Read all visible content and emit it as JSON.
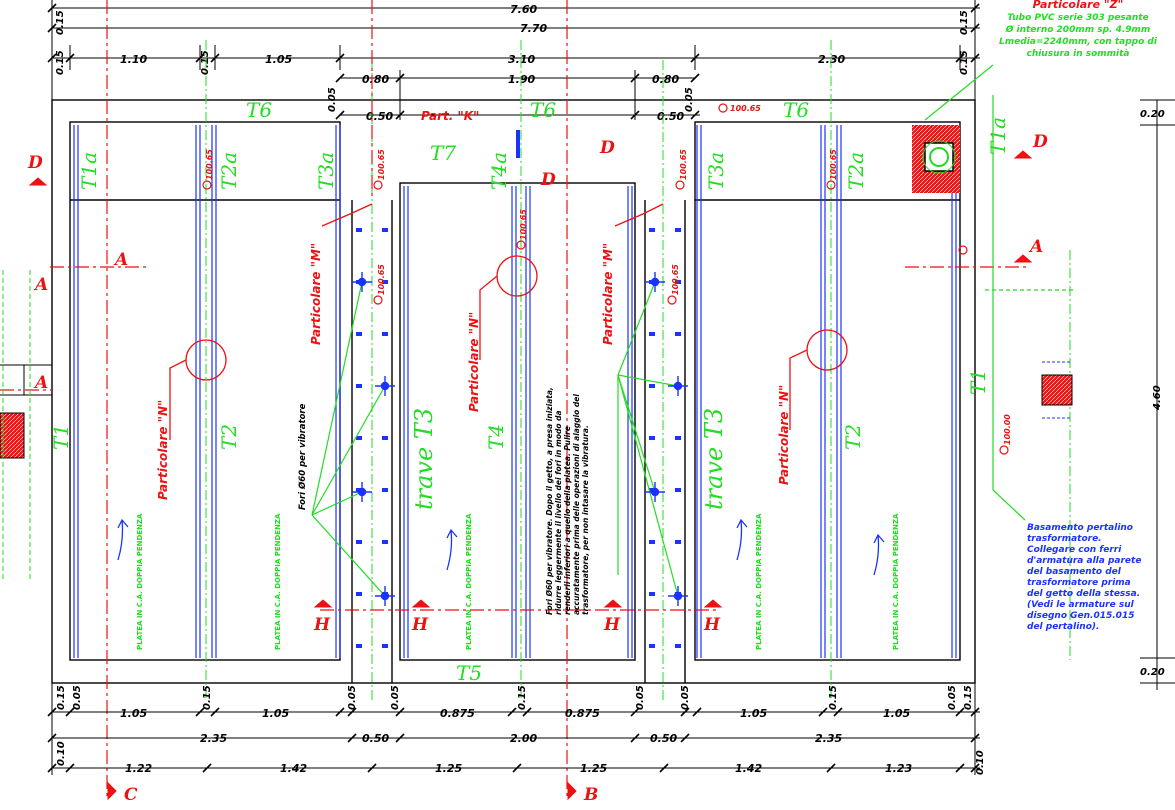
{
  "overall_dims": {
    "top1": "7.60",
    "top2": "7.70",
    "right_height": "4.60",
    "right_top": "0.20",
    "right_bottom": "0.20"
  },
  "top_row": [
    "0.15",
    "1.10",
    "0.15",
    "1.05",
    "3.10",
    "2.30",
    "0.15"
  ],
  "left_small": [
    "0.15",
    "0.15",
    "0.15"
  ],
  "right_small": [
    "0.15",
    "0.15",
    "0.15"
  ],
  "inner_dims": {
    "a": "0.80",
    "b": "1.90",
    "c": "0.80",
    "d": "0.50",
    "e": "0.50",
    "left_vert": "0.05",
    "right_vert": "0.05"
  },
  "bottom_row1": [
    "0.15",
    "0.05",
    "1.05",
    "0.15",
    "1.05",
    "0.05",
    "0.05",
    "0.875",
    "0.15",
    "0.875",
    "0.05",
    "0.05",
    "1.05",
    "0.15",
    "1.05",
    "0.05",
    "0.15"
  ],
  "bottom_row2": [
    "2.35",
    "0.50",
    "2.00",
    "0.50",
    "2.35"
  ],
  "bottom_row3": [
    "0.10",
    "1.22",
    "1.42",
    "1.25",
    "1.25",
    "1.42",
    "1.23",
    "0.10"
  ],
  "beams": {
    "T1a_l": "T1a",
    "T2a_l": "T2a",
    "T3a_l": "T3a",
    "T7": "T7",
    "T4a": "T4a",
    "T3a_r": "T3a",
    "T2a_r": "T2a",
    "T1a_r": "T1a",
    "T6_l": "T6",
    "T6_c": "T6",
    "T6_r": "T6",
    "T1_l": "T1",
    "T2_l": "T2",
    "trave_T3_l": "trave T3",
    "T4": "T4",
    "trave_T3_r": "trave T3",
    "T2_r": "T2",
    "T1_r": "T1",
    "T5": "T5"
  },
  "sections": {
    "A": "A",
    "D": "D",
    "H": "H",
    "C": "C",
    "B": "B"
  },
  "levels": {
    "l1": "100.65",
    "l2": "100.65",
    "l3": "100.65",
    "l4": "100.65",
    "l5": "100.65",
    "l6": "100.65",
    "l7": "100.65",
    "l8": "100.65",
    "l9": "100.00"
  },
  "details": {
    "N_1": "Particolare \"N\"",
    "N_2": "Particolare \"N\"",
    "N_3": "Particolare \"N\"",
    "M_1": "Particolare \"M\"",
    "M_2": "Particolare \"M\"",
    "K": "Part. \"K\""
  },
  "floor_notes": {
    "platea": "PLATEA IN C.A. DOPPIA PENDENZA"
  },
  "note_left": "Fori Ø60 per vibratore",
  "note_mid": "Fori Ø60 per vibratore. Dopo il getto, a presa iniziata, ridurre leggermente il livello dei fori in modo da renderli inferiori a quello della platea. Pulire accuratamente prima delle operazioni di alaggio del trasformatore, per non intasare la vibratura.",
  "particolare_z": {
    "title": "Particolare \"Z\"",
    "lines": [
      "Tubo PVC serie 303 pesante",
      "Ø interno 200mm sp. 4.9mm",
      "Lmedia=2240mm, con tappo di",
      "chiusura in sommità"
    ]
  },
  "basamento_note": [
    "Basamento pertalino",
    "trasformatore.",
    "Collegare con ferri",
    "d'armatura alla parete",
    "del basamento del",
    "trasformatore prima",
    "del getto della stessa.",
    "(Vedi le armature sul",
    "disegno Gen.015.015",
    "del pertalino)."
  ],
  "colors": {
    "red": "#ee1111",
    "green": "#22dd22",
    "blue": "#1a33ff",
    "black": "#000000"
  }
}
